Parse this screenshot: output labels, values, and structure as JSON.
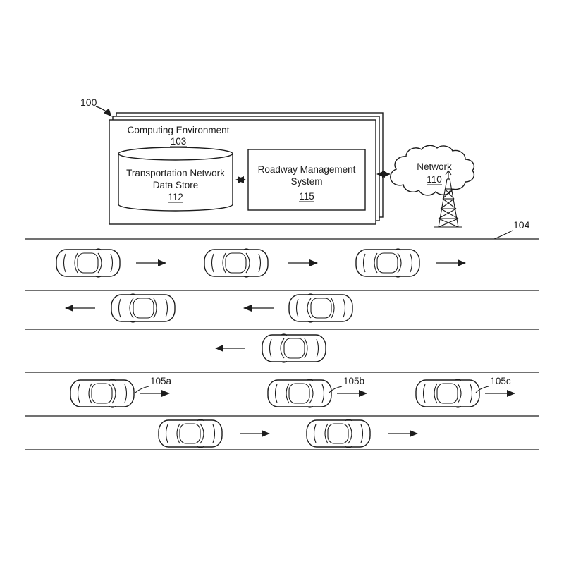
{
  "figure": {
    "ref_100": "100",
    "ref_104": "104"
  },
  "computing_environment": {
    "title": "Computing Environment",
    "ref": "103",
    "data_store": {
      "name_line1": "Transportation Network",
      "name_line2": "Data Store",
      "ref": "112"
    },
    "roadway_management": {
      "name_line1": "Roadway Management",
      "name_line2": "System",
      "ref": "115"
    }
  },
  "network": {
    "label": "Network",
    "ref": "110"
  },
  "vehicles": {
    "labels": [
      "105a",
      "105b",
      "105c"
    ]
  }
}
